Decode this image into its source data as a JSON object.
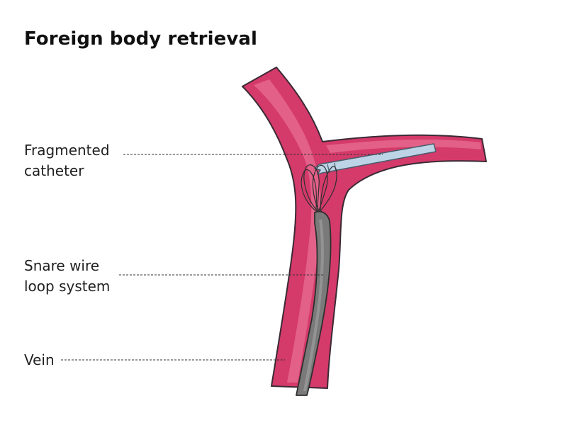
{
  "title": "Foreign body retrieval",
  "labels": {
    "catheter": [
      "Fragmented",
      "catheter"
    ],
    "snare": [
      "Snare wire",
      "loop system"
    ],
    "vein": "Vein"
  },
  "colors": {
    "vein_fill": "#d43a6a",
    "vein_highlight": "#ee7fa0",
    "vein_outline": "#3b2a35",
    "catheter_fill": "#bcd4e6",
    "catheter_outline": "#4a5b6a",
    "snare_fill": "#7a7a7a",
    "snare_highlight": "#9a9a9a",
    "leader_line": "#333333"
  }
}
